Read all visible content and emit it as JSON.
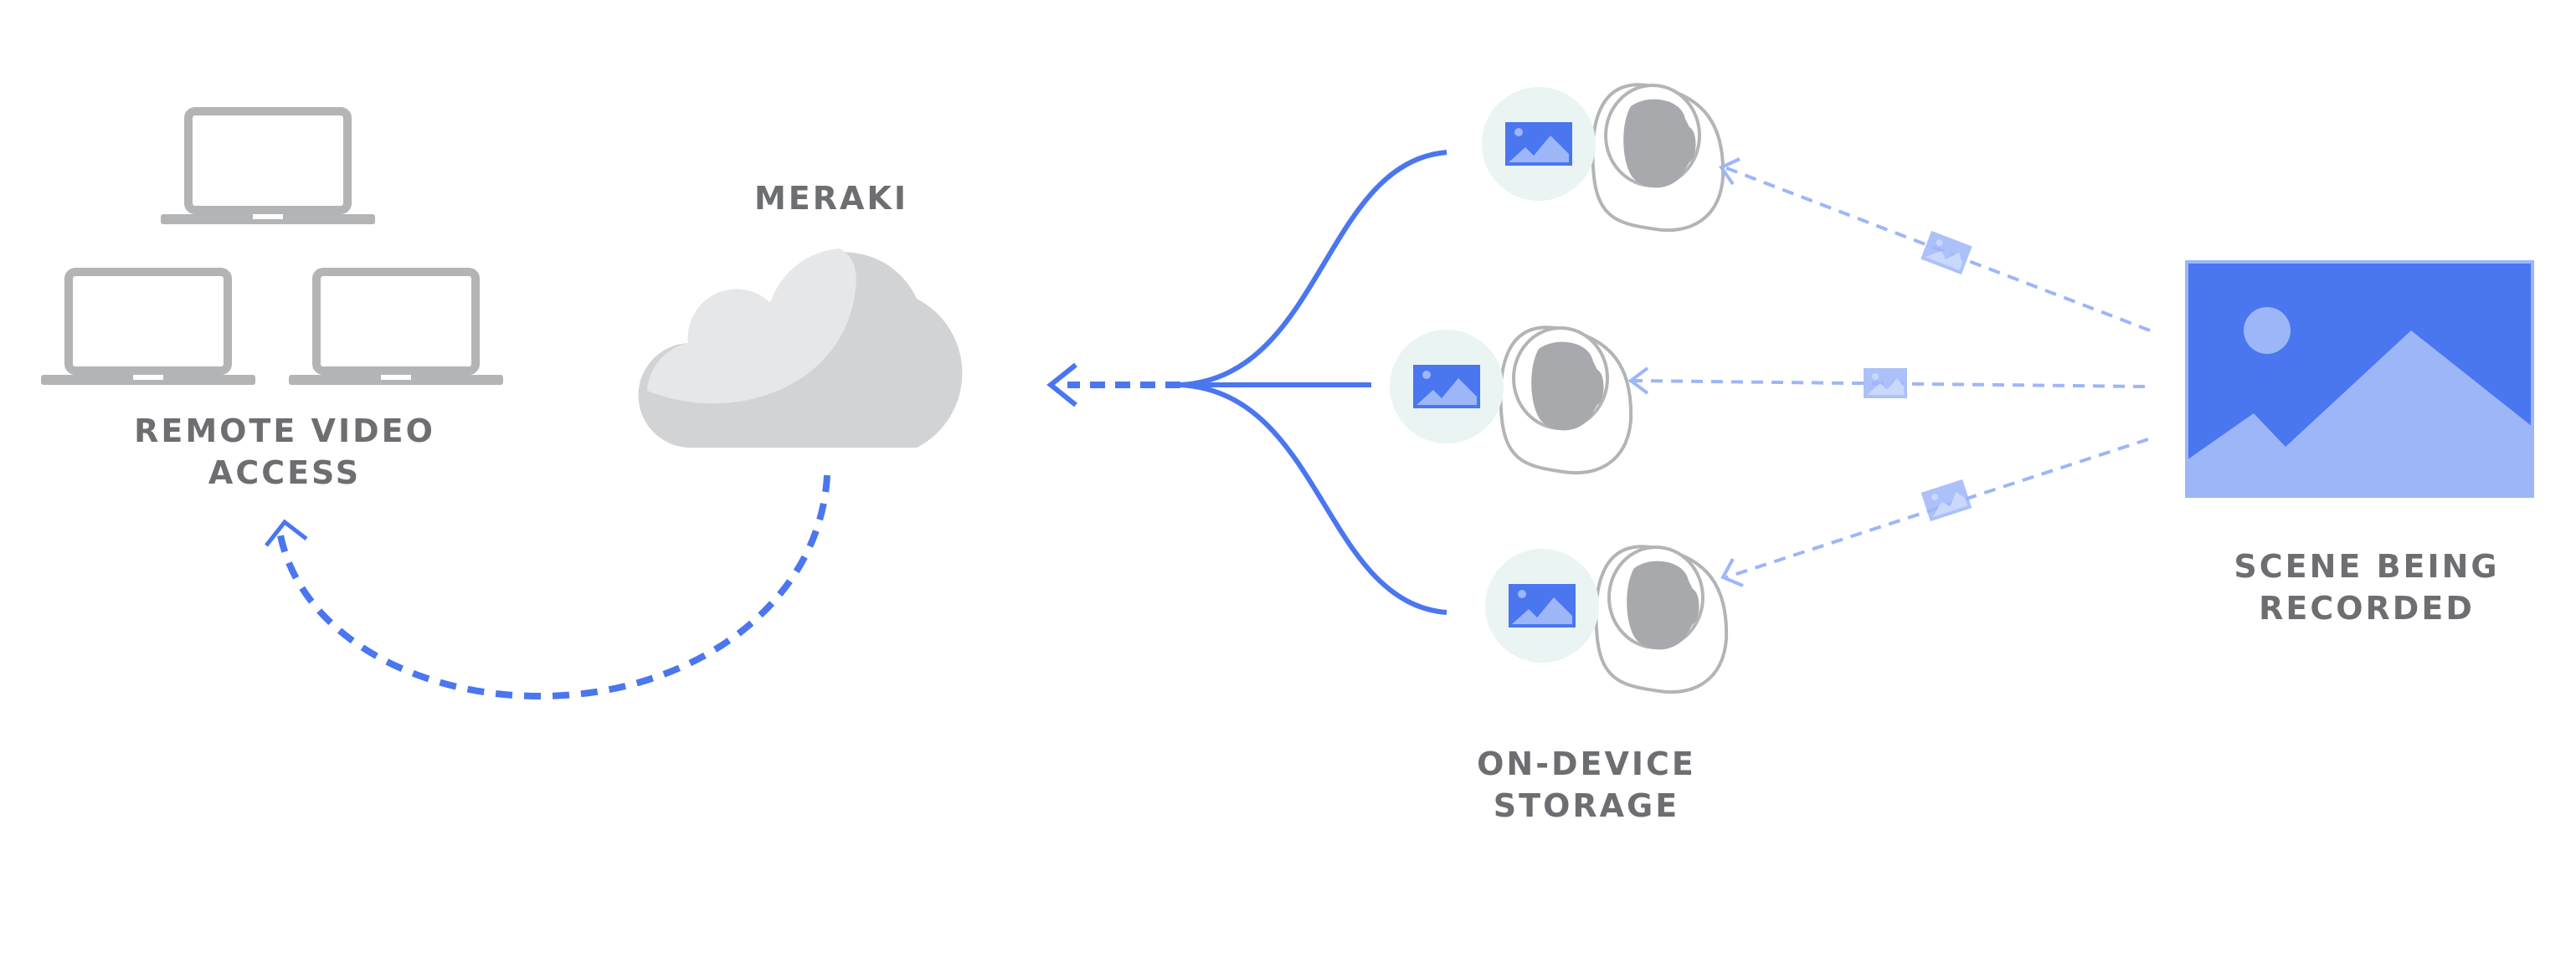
{
  "labels": {
    "remote_line1": "REMOTE VIDEO",
    "remote_line2": "ACCESS",
    "cloud": "MERAKI",
    "storage_line1": "ON-DEVICE",
    "storage_line2": "STORAGE",
    "scene_line1": "SCENE BEING",
    "scene_line2": "RECORDED"
  },
  "colors": {
    "accent_blue": "#4a76f0",
    "light_blue": "#9db6f8",
    "device_gray": "#b3b4b6",
    "cloud_gray": "#d1d3d4",
    "cloud_light": "#e6e7e8",
    "text_gray": "#6d6e71",
    "storage_circle": "#e6f2f0"
  },
  "icons": {
    "laptops": "laptop-icon",
    "cloud": "cloud-icon",
    "camera": "security-camera-icon",
    "scene": "landscape-image-icon"
  }
}
